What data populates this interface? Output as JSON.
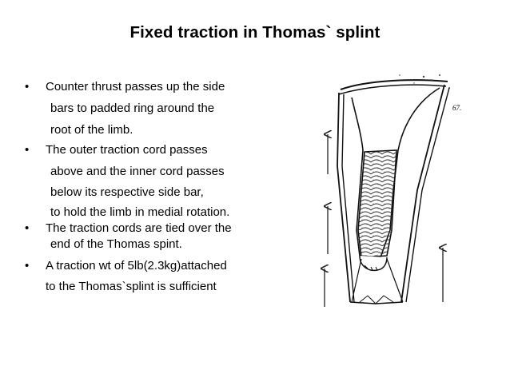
{
  "slide": {
    "title": "Fixed traction in Thomas` splint",
    "bullets": [
      {
        "lines": [
          "Counter thrust passes up the side",
          "bars to padded ring around the",
          "root of the limb."
        ]
      },
      {
        "lines": [
          "The outer traction cord passes",
          "above  and the inner cord passes",
          "below its  respective side bar,",
          "to hold the limb in  medial rotation."
        ]
      },
      {
        "lines": [
          "The traction cords are tied over the",
          "end of the Thomas spint."
        ]
      },
      {
        "lines": [
          "A traction wt of 5lb(2.3kg)attached",
          "to the Thomas`splint is sufficient"
        ]
      }
    ],
    "figure": {
      "annotations": [
        "67."
      ]
    }
  }
}
